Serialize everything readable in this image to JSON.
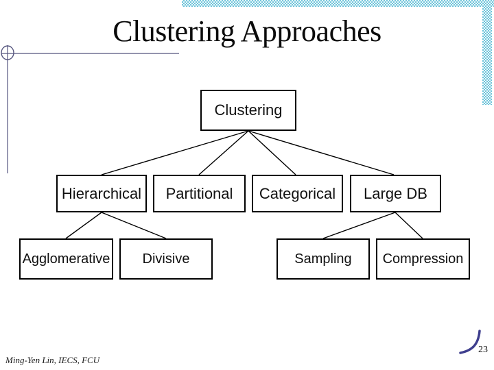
{
  "slide": {
    "title": "Clustering Approaches",
    "footer": "Ming-Yen Lin, IECS, FCU",
    "page_number": "23"
  },
  "colors": {
    "accent_bar_blue": "#6ec4da",
    "ornament_line": "#55557e",
    "swoosh": "#3f3f8e",
    "box_border": "#000000",
    "text": "#111111"
  },
  "decorations": {
    "top_accent_bar": "dithered-light-blue-bar",
    "right_accent_bar": "dithered-light-blue-bar",
    "left_ornament": "crosshair-circle-with-lines",
    "corner_swoosh": "curved-stroke"
  },
  "diagram": {
    "type": "tree",
    "root": {
      "label": "Clustering"
    },
    "level2": [
      {
        "label": "Hierarchical",
        "parent": "Clustering"
      },
      {
        "label": "Partitional",
        "parent": "Clustering"
      },
      {
        "label": "Categorical",
        "parent": "Clustering"
      },
      {
        "label": "Large DB",
        "parent": "Clustering"
      }
    ],
    "level3": [
      {
        "label": "Agglomerative",
        "parent": "Hierarchical"
      },
      {
        "label": "Divisive",
        "parent": "Hierarchical"
      },
      {
        "label": "Sampling",
        "parent": "Large DB"
      },
      {
        "label": "Compression",
        "parent": "Large DB"
      }
    ]
  }
}
